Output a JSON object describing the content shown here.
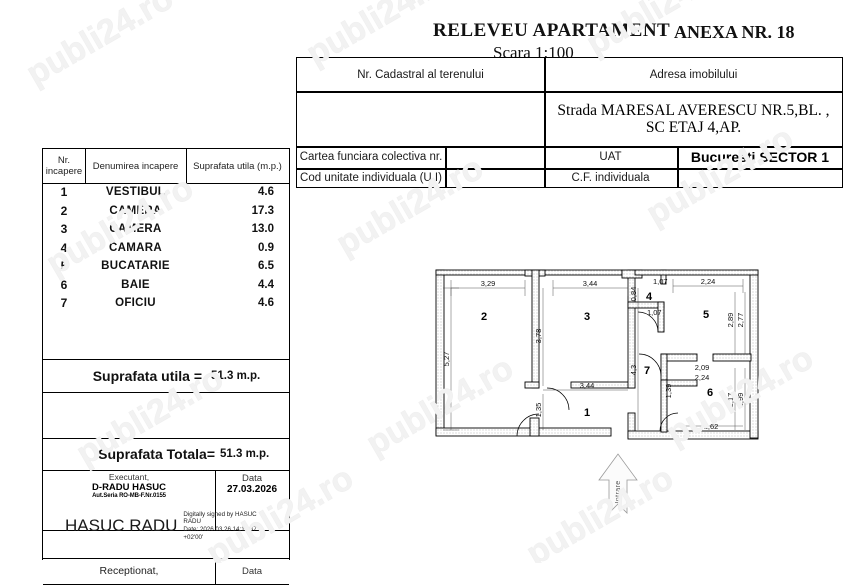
{
  "document": {
    "title": "RELEVEU APARTAMENT",
    "scale": "Scara 1:100",
    "annex": "ANEXA NR. 18",
    "watermark_text": "publi24.ro"
  },
  "header_table": {
    "col1_header": "Nr. Cadastral al terenului",
    "col2_header": "Adresa imobilului",
    "cadastral_value": "",
    "address_line1": "Strada MARESAL AVERESCU NR.5,BL.  ,",
    "address_line2": "SC    ETAJ 4,AP.",
    "cf_colectiva_label": "Cartea funciara colectiva nr.",
    "cf_colectiva_value": "",
    "uat_label": "UAT",
    "uat_value": "Bucuresti SECTOR 1",
    "cod_ui_label": "Cod unitate individuala (U.I)",
    "cod_ui_value": "",
    "cf_individuala_label": "C.F. individuala",
    "cf_individuala_value": ""
  },
  "room_table": {
    "headers": {
      "nr_line1": "Nr.",
      "nr_line2": "incapere",
      "name": "Denumirea  incapere",
      "area": "Suprafata utila   (m.p.)"
    },
    "rows": [
      {
        "nr": "1",
        "name": "VESTIBUL",
        "area": "4.6"
      },
      {
        "nr": "2",
        "name": "CAMERA",
        "area": "17.3"
      },
      {
        "nr": "3",
        "name": "CAMERA",
        "area": "13.0"
      },
      {
        "nr": "4",
        "name": "CAMARA",
        "area": "0.9"
      },
      {
        "nr": "5",
        "name": "BUCATARIE",
        "area": "6.5"
      },
      {
        "nr": "6",
        "name": "BAIE",
        "area": "4.4"
      },
      {
        "nr": "7",
        "name": "OFICIU",
        "area": "4.6"
      }
    ],
    "suprafata_utila_label": "Suprafata utila =",
    "suprafata_utila_value": "51.3 m.p.",
    "suprafata_totala_label": "Suprafata Totala=",
    "suprafata_totala_value": "51.3 m.p.",
    "executant_label": "Executant,",
    "executant_name": "D-RADU HASUC",
    "executant_serial": "Aut.Seria RO-MB-F.Nr.0155",
    "data_label": "Data",
    "data_value": "27.03.2026",
    "signature_name": "HASUC RADU",
    "signature_detail": "Digitally signed by HASUC\nRADU\nDate: 2026.03.26 14:16:37\n+02'00'",
    "receptionat_label": "Receptionat,",
    "receptionat_data_label": "Data"
  },
  "floor_plan": {
    "entrance_label": "Intrare",
    "room_numbers": [
      "1",
      "2",
      "3",
      "4",
      "5",
      "6",
      "7"
    ],
    "dimensions": {
      "room2_width": "3,29",
      "room2_height": "5,27",
      "room3_width": "3,44",
      "room3_height": "3,78",
      "room1_width": "3,44",
      "room1_height": "1,35",
      "room4_w1": "1,07",
      "room4_w2": "1,07",
      "room4_h": "0,84",
      "room5_width": "2,24",
      "room5_h1": "2,89",
      "room5_h2": "2,77",
      "room6_w1": "2,09",
      "room6_w2": "2,24",
      "room6_h1": "2,17",
      "room6_h2": "1,99",
      "room6_bottom": "1,62",
      "room7_h": "4,3",
      "room7_small": "1,39"
    }
  }
}
